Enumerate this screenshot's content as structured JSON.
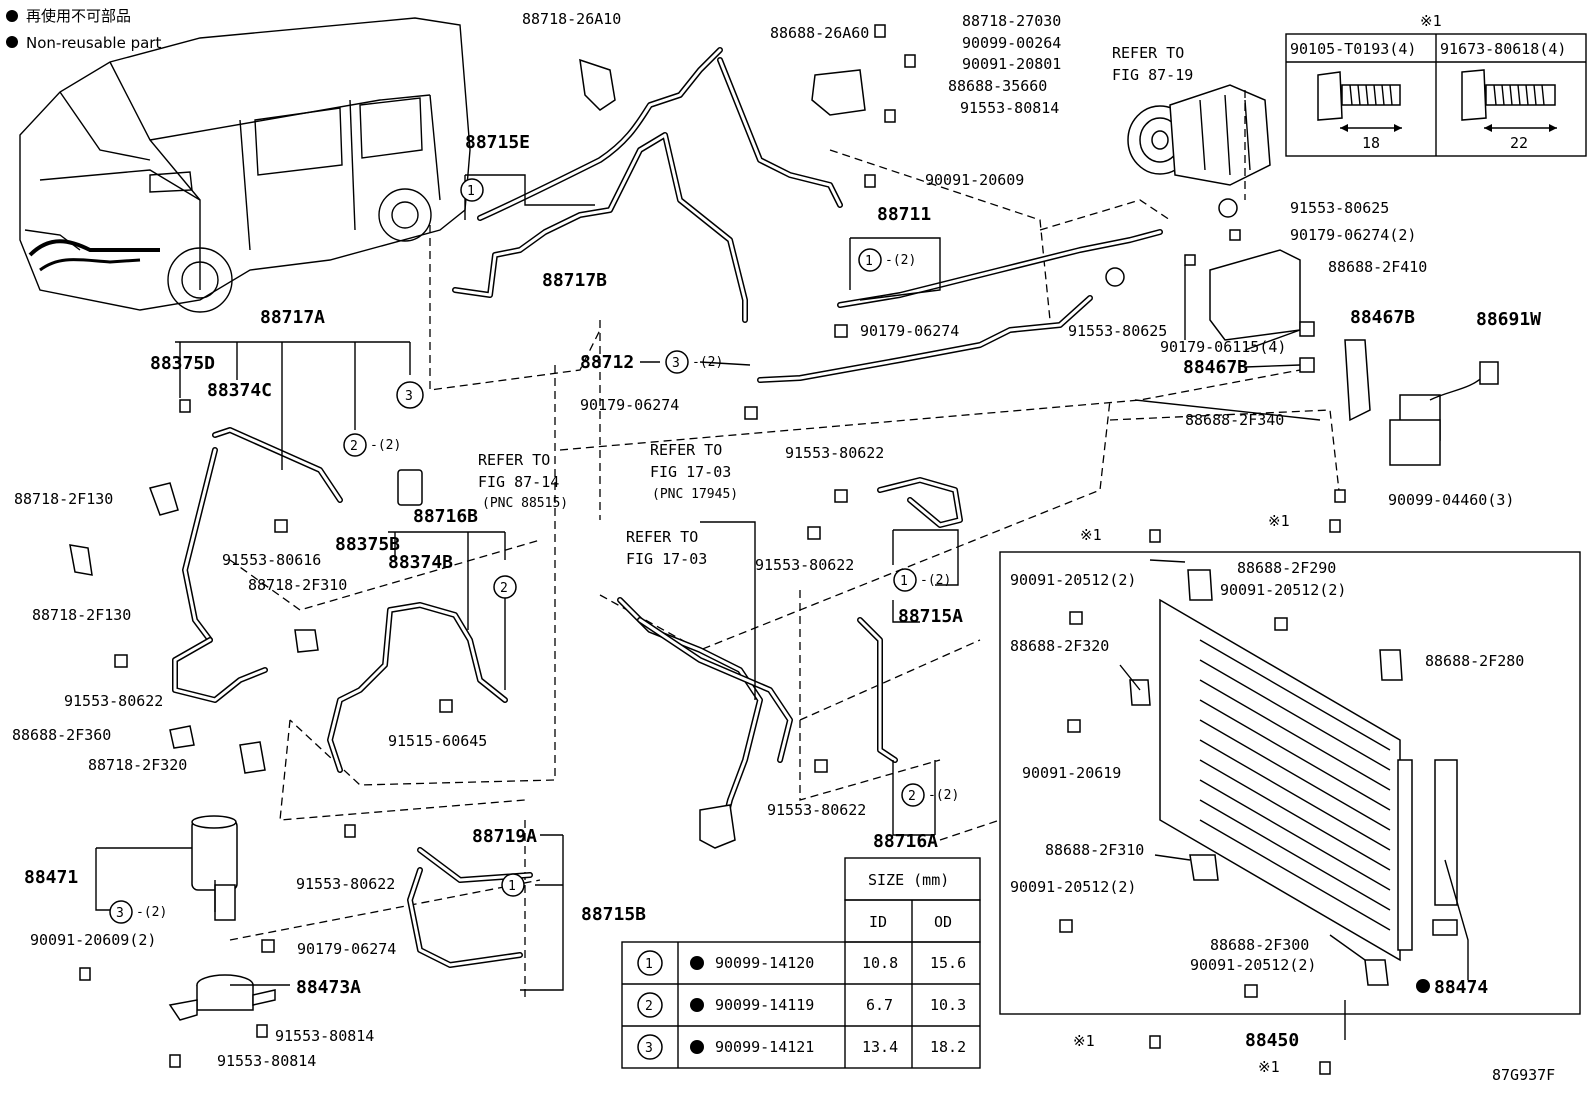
{
  "legend": {
    "dot_label_ja": "再使用不可部品",
    "dot_label_en": "Non-reusable part"
  },
  "callouts": {
    "c_88718_26A10": "88718-26A10",
    "c_88688_26A60": "88688-26A60",
    "c_88718_27030": "88718-27030",
    "c_90099_00264": "90099-00264",
    "c_90091_20801": "90091-20801",
    "c_88688_35660": "88688-35660",
    "c_91553_80814_top": "91553-80814",
    "c_90091_20609_top": "90091-20609",
    "c_88715E": "88715E",
    "c_88717B": "88717B",
    "c_88711": "88711",
    "c_88711_note": "-(2)",
    "c_refer_87_19_a": "REFER TO",
    "c_refer_87_19_b": "FIG 87-19",
    "c_91553_80625_a": "91553-80625",
    "c_90179_06274_2": "90179-06274(2)",
    "c_88688_2F410": "88688-2F410",
    "c_88467B_a": "88467B",
    "c_88691W": "88691W",
    "c_90179_06115_4": "90179-06115(4)",
    "c_88467B_b": "88467B",
    "c_91553_80625_b": "91553-80625",
    "c_90179_06274_a": "90179-06274",
    "c_88712": "88712",
    "c_88712_note": "-(2)",
    "c_90179_06274_b": "90179-06274",
    "c_88688_2F340": "88688-2F340",
    "c_90099_04460_3": "90099-04460(3)",
    "c_88717A": "88717A",
    "c_88375D": "88375D",
    "c_88374C": "88374C",
    "c_88717A_note": "-(2)",
    "c_refer_87_14_a": "REFER TO",
    "c_refer_87_14_b": "FIG 87-14",
    "c_refer_87_14_c": "(PNC 88515)",
    "c_88718_2F130_a": "88718-2F130",
    "c_88718_2F130_b": "88718-2F130",
    "c_91553_80616": "91553-80616",
    "c_88718_2F310": "88718-2F310",
    "c_88375B": "88375B",
    "c_88716B": "88716B",
    "c_88374B": "88374B",
    "c_refer_17_03_a1": "REFER TO",
    "c_refer_17_03_a2": "FIG 17-03",
    "c_refer_17_03_a3": "(PNC 17945)",
    "c_refer_17_03_b1": "REFER TO",
    "c_refer_17_03_b2": "FIG 17-03",
    "c_91553_80622_a": "91553-80622",
    "c_91553_80622_b": "91553-80622",
    "c_88715A_note": "-(2)",
    "c_88715A": "88715A",
    "c_91553_80622_c": "91553-80622",
    "c_88688_2F360": "88688-2F360",
    "c_88718_2F320": "88718-2F320",
    "c_91515_60645": "91515-60645",
    "c_91553_80622_d": "91553-80622",
    "c_88716A_note": "-(2)",
    "c_88716A": "88716A",
    "c_88471": "88471",
    "c_88471_note": "-(2)",
    "c_91553_80622_e": "91553-80622",
    "c_88719A": "88719A",
    "c_88715B": "88715B",
    "c_90091_20609_2": "90091-20609(2)",
    "c_90179_06274_c": "90179-06274",
    "c_88473A": "88473A",
    "c_91553_80814_a": "91553-80814",
    "c_91553_80814_b": "91553-80814",
    "c_x1_a": "※1",
    "c_x1_b": "※1",
    "c_x1_c": "※1",
    "c_x1_d": "※1",
    "c_88688_2F290": "88688-2F290",
    "c_90091_20512_2a": "90091-20512(2)",
    "c_90091_20512_2b": "90091-20512(2)",
    "c_88688_2F320": "88688-2F320",
    "c_88688_2F280": "88688-2F280",
    "c_90091_20619": "90091-20619",
    "c_88688_2F310": "88688-2F310",
    "c_90091_20512_2c": "90091-20512(2)",
    "c_88688_2F300": "88688-2F300",
    "c_90091_20512_2d": "90091-20512(2)",
    "c_88474": "88474",
    "c_88450": "88450",
    "c_figure_id": "87G937F"
  },
  "bolt_table": {
    "header_mark": "※1",
    "col1": "90105-T0193(4)",
    "col2": "91673-80618(4)",
    "dim1": "18",
    "dim2": "22"
  },
  "oring_table": {
    "header_size": "SIZE (mm)",
    "header_id": "ID",
    "header_od": "OD",
    "rows": [
      {
        "num": "1",
        "part": "90099-14120",
        "id": "10.8",
        "od": "15.6"
      },
      {
        "num": "2",
        "part": "90099-14119",
        "id": "6.7",
        "od": "10.3"
      },
      {
        "num": "3",
        "part": "90099-14121",
        "id": "13.4",
        "od": "18.2"
      }
    ]
  }
}
